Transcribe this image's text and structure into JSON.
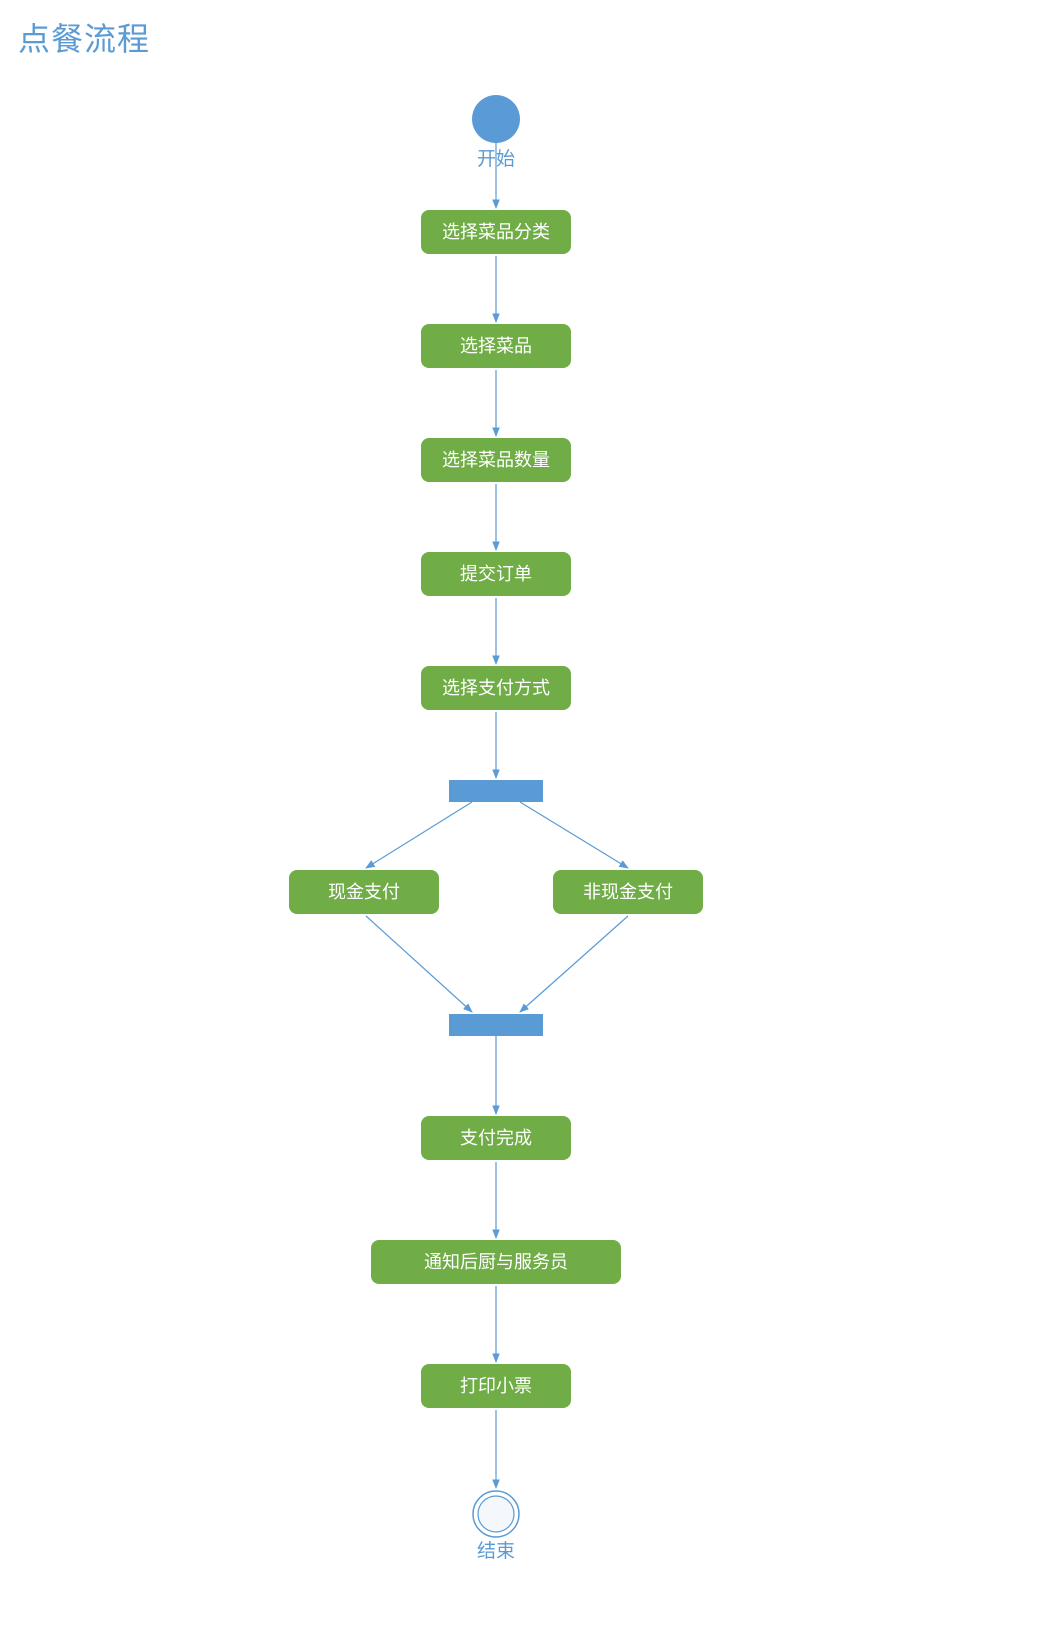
{
  "title": "点餐流程",
  "colors": {
    "title": "#5b9bd5",
    "node": "#70ad47",
    "node_text": "#ffffff",
    "edge": "#5b9bd5",
    "bar": "#5b9bd5"
  },
  "start": {
    "label": "开始"
  },
  "end": {
    "label": "结束"
  },
  "nodes": {
    "n1": {
      "label": "选择菜品分类"
    },
    "n2": {
      "label": "选择菜品"
    },
    "n3": {
      "label": "选择菜品数量"
    },
    "n4": {
      "label": "提交订单"
    },
    "n5": {
      "label": "选择支付方式"
    },
    "cash": {
      "label": "现金支付"
    },
    "noncash": {
      "label": "非现金支付"
    },
    "n6": {
      "label": "支付完成"
    },
    "n7": {
      "label": "通知后厨与服务员"
    },
    "n8": {
      "label": "打印小票"
    }
  }
}
